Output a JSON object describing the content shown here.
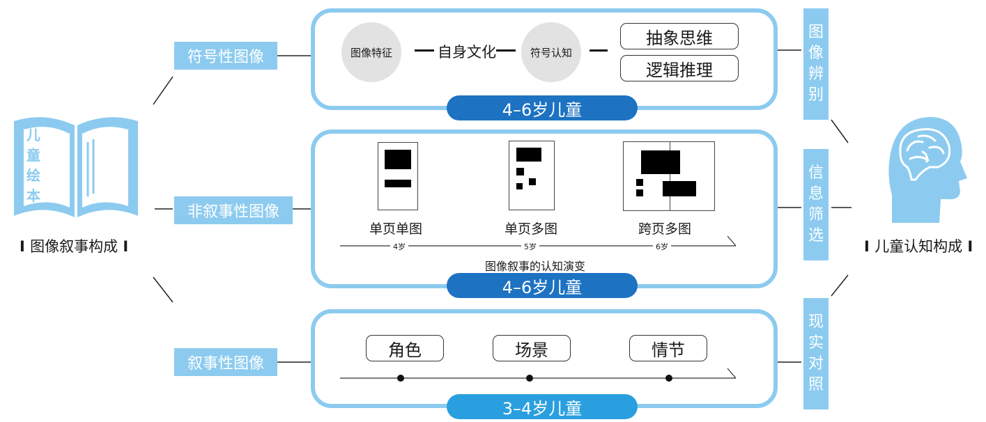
{
  "left": {
    "book_title_chars": [
      "儿",
      "童",
      "绘",
      "本"
    ],
    "caption": "图像叙事构成"
  },
  "right": {
    "caption": "儿童认知构成"
  },
  "categories": {
    "symbolic": "符号性图像",
    "non_narrative": "非叙事性图像",
    "narrative": "叙事性图像"
  },
  "panel1": {
    "circle_a": "图像特征",
    "middle": "自身文化",
    "circle_b": "符号认知",
    "box_a": "抽象思维",
    "box_b": "逻辑推理",
    "age": "4–6岁儿童"
  },
  "panel2": {
    "labels": [
      "单页单图",
      "单页多图",
      "跨页多图"
    ],
    "ticks": [
      "4岁",
      "5岁",
      "6岁"
    ],
    "axis_caption": "图像叙事的认知演变",
    "age": "4–6岁儿童"
  },
  "panel3": {
    "items": [
      "角色",
      "场景",
      "情节"
    ],
    "age": "3–4岁儿童"
  },
  "right_labels": {
    "top": [
      "图",
      "像",
      "辨",
      "别"
    ],
    "middle": [
      "信",
      "息",
      "筛",
      "选"
    ],
    "bottom": [
      "现",
      "实",
      "对",
      "照"
    ]
  },
  "colors": {
    "light_blue": "#8ccbef",
    "dark_blue": "#1d72c2",
    "mid_blue": "#2a9fe0"
  }
}
